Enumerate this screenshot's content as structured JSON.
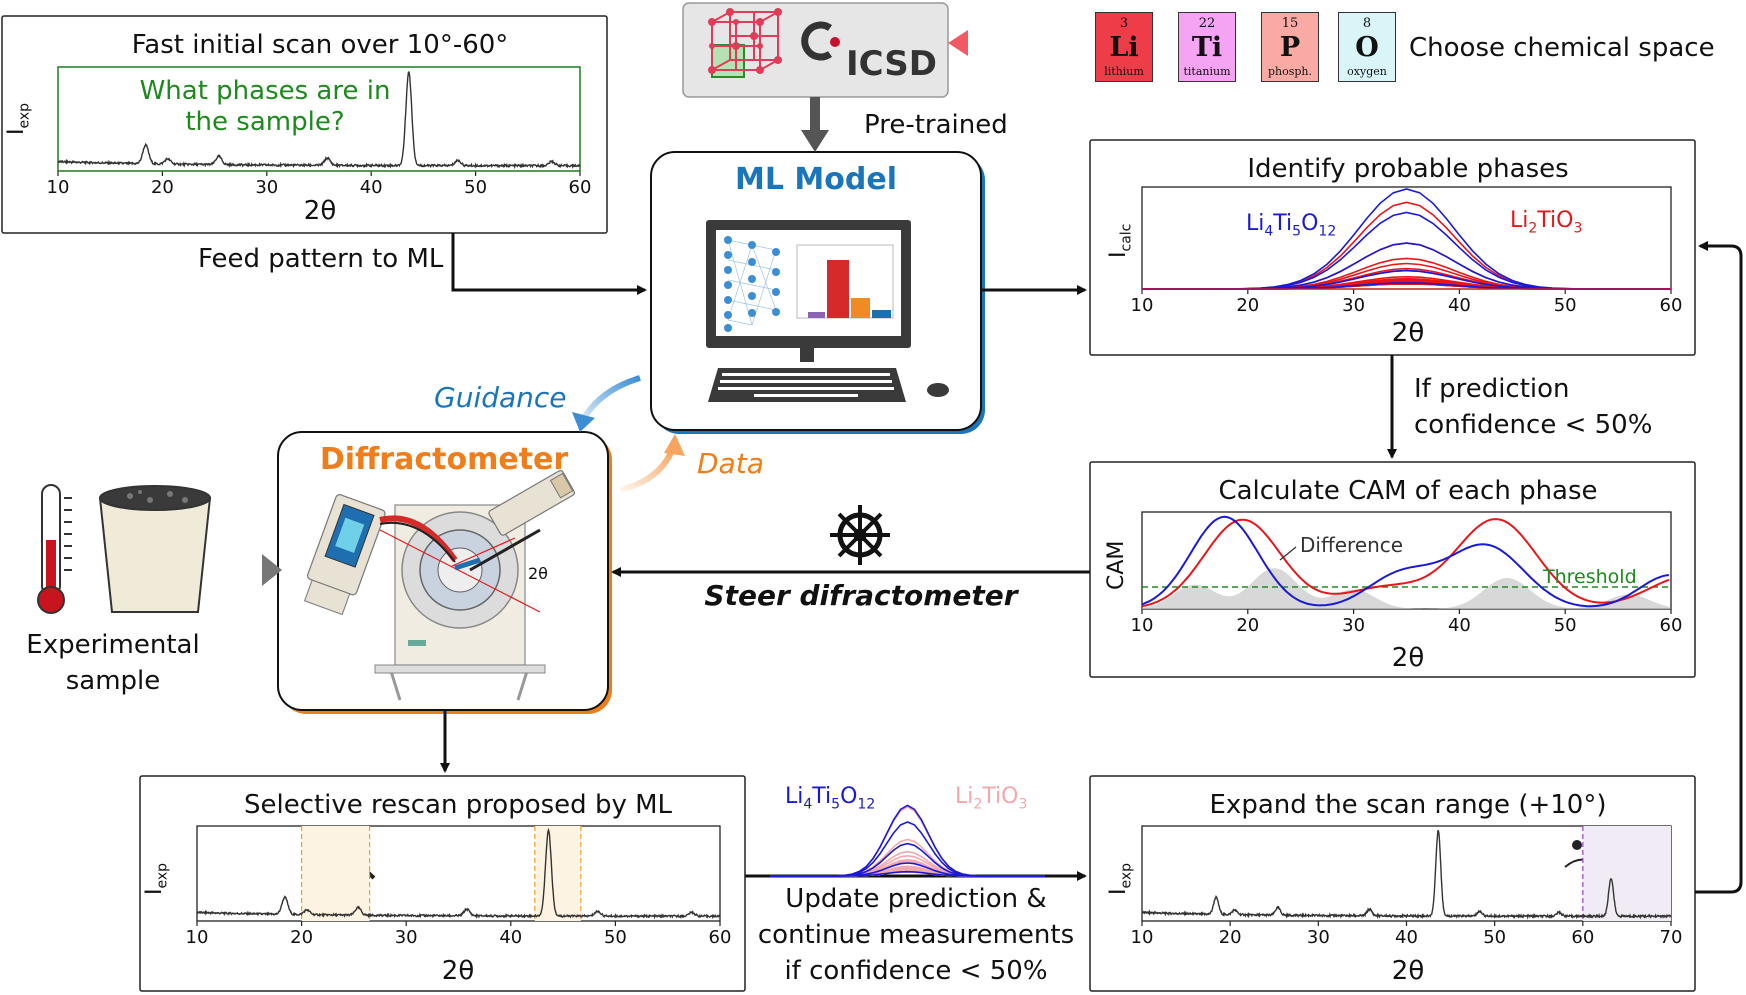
{
  "chemical_space": {
    "label": "Choose chemical space",
    "elements": [
      {
        "number": "3",
        "symbol": "Li",
        "name": "lithium",
        "color": "#ee3d49"
      },
      {
        "number": "22",
        "symbol": "Ti",
        "name": "titanium",
        "color": "#f5a3f3"
      },
      {
        "number": "15",
        "symbol": "P",
        "name": "phosph.",
        "color": "#f9aaa5"
      },
      {
        "number": "8",
        "symbol": "O",
        "name": "oxygen",
        "color": "#d9f5f8"
      }
    ]
  },
  "database": {
    "name": "ICSD",
    "pretrained_label": "Pre-trained"
  },
  "initial_scan": {
    "title": "Fast initial scan over 10°-60°",
    "question_line1": "What phases are in",
    "question_line2": "the sample?",
    "ylabel_main": "I",
    "ylabel_sub": "exp",
    "xlabel": "2θ",
    "ticks": [
      "10",
      "20",
      "30",
      "40",
      "50",
      "60"
    ]
  },
  "feed_label": "Feed pattern to ML",
  "ml_model": {
    "title": "ML Model"
  },
  "guidance_label": "Guidance",
  "data_label": "Data",
  "diffractometer": {
    "title": "Diffractometer",
    "angle_label": "2θ"
  },
  "sample": {
    "label_line1": "Experimental",
    "label_line2": "sample"
  },
  "identify": {
    "title": "Identify probable phases",
    "ylabel_main": "I",
    "ylabel_sub": "calc",
    "xlabel": "2θ",
    "ticks": [
      "10",
      "20",
      "30",
      "40",
      "50",
      "60"
    ]
  },
  "phases": {
    "p1": {
      "a": "Li",
      "a_sub": "4",
      "b": "Ti",
      "b_sub": "5",
      "c": "O",
      "c_sub": "12",
      "color": "#1a1ad6"
    },
    "p2": {
      "a": "Li",
      "a_sub": "2",
      "b": "TiO",
      "b_sub": "3",
      "color": "#e8161b"
    }
  },
  "confidence_condition": {
    "line1": "If prediction",
    "line2": "confidence < 50%"
  },
  "cam": {
    "title": "Calculate CAM of each phase",
    "ylabel": "CAM",
    "xlabel": "2θ",
    "difference_label": "Difference",
    "threshold_label": "Threshold",
    "ticks": [
      "10",
      "20",
      "30",
      "40",
      "50",
      "60"
    ]
  },
  "steer_label": "Steer difractometer",
  "rescan": {
    "title": "Selective rescan proposed by ML",
    "ylabel_main": "I",
    "ylabel_sub": "exp",
    "xlabel": "2θ",
    "ticks": [
      "10",
      "20",
      "30",
      "40",
      "50",
      "60"
    ]
  },
  "update": {
    "line1": "Update prediction &",
    "line2": "continue measurements",
    "line3": "if confidence < 50%"
  },
  "expand": {
    "title": "Expand the scan range (+10°)",
    "ylabel_main": "I",
    "ylabel_sub": "exp",
    "xlabel": "2θ",
    "ticks": [
      "10",
      "20",
      "30",
      "40",
      "50",
      "60",
      "70"
    ]
  },
  "colors": {
    "blue": "#1a1ad6",
    "red": "#e8161b",
    "green": "#1e8a1e",
    "accent_blue": "#1b75bb",
    "accent_orange": "#ef7d1a"
  }
}
